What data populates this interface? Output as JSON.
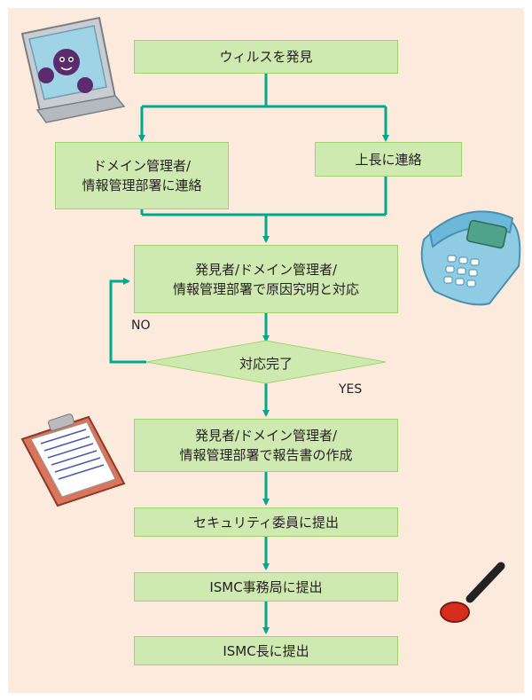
{
  "diagram": {
    "nodes": {
      "discover": "ウィルスを発見",
      "contact_admin": "ドメイン管理者/\n情報管理部署に連絡",
      "contact_boss": "上長に連絡",
      "investigate": "発見者/ドメイン管理者/\n情報管理部署で原因究明と対応",
      "done": "対応完了",
      "report": "発見者/ドメイン管理者/\n情報管理部署で報告書の作成",
      "submit_security": "セキュリティ委員に提出",
      "submit_office": "ISMC事務局に提出",
      "submit_chief": "ISMC長に提出"
    },
    "labels": {
      "no": "NO",
      "yes": "YES"
    },
    "colors": {
      "background": "#fcebdd",
      "box_fill": "#cfeab0",
      "box_border": "#9ed46c",
      "arrow": "#00a88f"
    },
    "icons": {
      "virus_monitor": "virus-monitor-icon",
      "telephone": "telephone-icon",
      "clipboard": "clipboard-icon",
      "stamp": "stamp-icon"
    }
  }
}
